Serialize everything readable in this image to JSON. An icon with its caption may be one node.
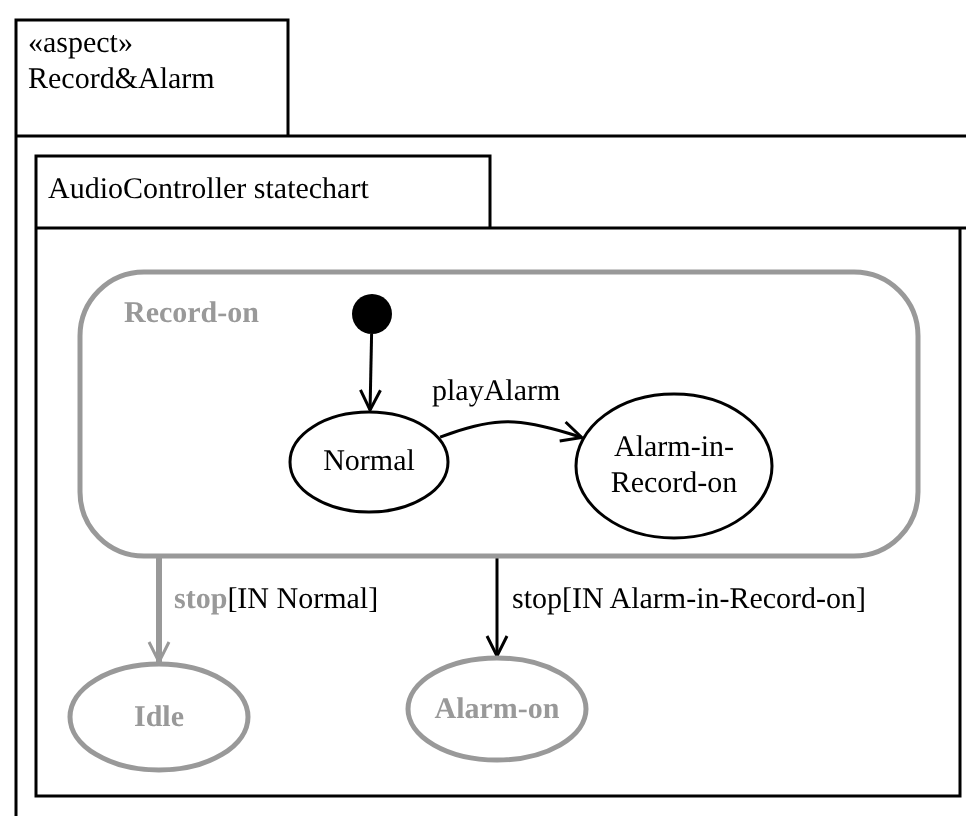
{
  "diagram": {
    "nodes": [
      {
        "text": [
          "«aspect»",
          "Record&Alarm"
        ]
      },
      {
        "text": [
          "AudioController statechart"
        ],
        "in": 0
      },
      {
        "text": [
          "Record-on"
        ],
        "in": 1
      },
      {
        "text": [],
        "shape": "circle",
        "in": 2
      },
      {
        "text": [
          "Normal"
        ],
        "in": 2
      },
      {
        "text": [
          "Alarm-in-Record-on"
        ],
        "in": 2
      },
      {
        "text": [
          "Idle"
        ],
        "in": 1
      },
      {
        "text": [
          "Alarm-on"
        ],
        "in": 1
      }
    ],
    "edges": [
      {
        "from": 3,
        "to": 4,
        "arrow": "to"
      },
      {
        "from": 4,
        "to": 5,
        "arrow": "to",
        "label": "playAlarm"
      },
      {
        "from": 2,
        "to": 6,
        "arrow": "to",
        "label": "**stop**[IN Normal]",
        "style": "thick",
        "color": "#999999"
      },
      {
        "from": 2,
        "to": 7,
        "arrow": "to",
        "label": "stop[IN Alarm-in-Record-on]"
      }
    ]
  }
}
